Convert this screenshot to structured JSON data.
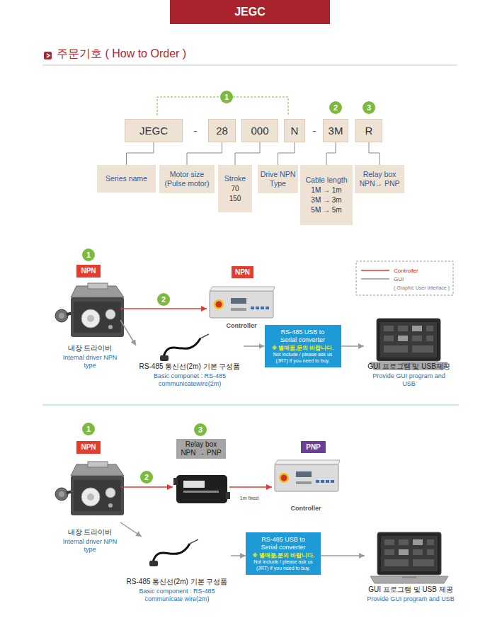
{
  "diagram": {
    "title": "주문기호 ( How to Order )",
    "nodes": [
      {
        "text": [
          "JEGC"
        ]
      },
      {
        "text": [
          "JEGC"
        ]
      },
      {
        "text": [
          "28"
        ]
      },
      {
        "text": [
          "000"
        ]
      },
      {
        "text": [
          "N"
        ]
      },
      {
        "text": [
          "3M"
        ]
      },
      {
        "text": [
          "R"
        ]
      },
      {
        "text": [
          "Series name"
        ]
      },
      {
        "text": [
          "Motor size (Pulse motor)"
        ]
      },
      {
        "text": [
          "Stroke",
          "70",
          "150"
        ]
      },
      {
        "text": [
          "Drive NPN Type"
        ]
      },
      {
        "text": [
          "Cable length",
          "1M → 1m",
          "3M → 3m",
          "5M → 5m"
        ]
      },
      {
        "text": [
          "Relay box NPN→ PNP"
        ]
      },
      {
        "text": [
          "NPN"
        ]
      },
      {
        "text": [
          "NPN"
        ]
      },
      {
        "text": [
          "내장 드라이버",
          "Internal driver NPN type"
        ]
      },
      {
        "text": [
          "Controller"
        ]
      },
      {
        "text": [
          "RS-485 통신선(2m) 기본 구성품",
          "Basic componet : RS-485 communicatewire(2m)"
        ]
      },
      {
        "text": [
          "RS-485 USB to Serial converter",
          "※ 별매품,문의 바랍니다.",
          "Not include / please ask us (JRT) if you need to buy."
        ]
      },
      {
        "text": [
          "GUI 프로그램 및 USB제공",
          "Provide GUI program and USB"
        ]
      },
      {
        "text": [
          "NPN"
        ]
      },
      {
        "text": [
          "Relay box NPN → PNP"
        ]
      },
      {
        "text": [
          "PNP"
        ]
      },
      {
        "text": [
          "내장 드라이버",
          "Internal driver NPN type"
        ]
      },
      {
        "text": [
          "Controller"
        ]
      },
      {
        "text": [
          "RS-485 통신선(2m) 기본 구성품",
          "Basic component : RS-485 communicate wire(2m)"
        ]
      },
      {
        "text": [
          "RS-485 USB to Serial converter",
          "※ 별매품,문의 바랍니다.",
          "Not include / please ask us (JRT) if you need to buy."
        ]
      },
      {
        "text": [
          "GUI 프로그램 및 USB 제공",
          "Provide GUI program and USB"
        ]
      }
    ],
    "edges": [
      {
        "from": 1,
        "to": 7,
        "arrow": "none"
      },
      {
        "from": 2,
        "to": 8,
        "arrow": "none"
      },
      {
        "from": 3,
        "to": 9,
        "arrow": "none"
      },
      {
        "from": 4,
        "to": 10,
        "arrow": "none"
      },
      {
        "from": 5,
        "to": 11,
        "arrow": "none"
      },
      {
        "from": 6,
        "to": 12,
        "arrow": "none"
      },
      {
        "from": 15,
        "to": 16,
        "label": "2",
        "arrow": "to"
      },
      {
        "from": 15,
        "to": 17,
        "arrow": "to"
      },
      {
        "from": 17,
        "to": 18,
        "arrow": "to"
      },
      {
        "from": 18,
        "to": 19,
        "arrow": "to"
      },
      {
        "from": 23,
        "to": 21,
        "label": "2",
        "arrow": "to"
      },
      {
        "from": 21,
        "to": 24,
        "label": "1m fixed",
        "arrow": "to"
      },
      {
        "from": 23,
        "to": 25,
        "arrow": "to"
      },
      {
        "from": 25,
        "to": 26,
        "arrow": "to"
      },
      {
        "from": 26,
        "to": 27,
        "arrow": "to"
      }
    ],
    "labels": [
      "1",
      "2",
      "3",
      "-",
      "-",
      "1",
      "( Graphic User Interface )",
      "1",
      "3"
    ],
    "legend": [
      {
        "text": "Controller"
      },
      {
        "text": "GUI"
      }
    ]
  }
}
